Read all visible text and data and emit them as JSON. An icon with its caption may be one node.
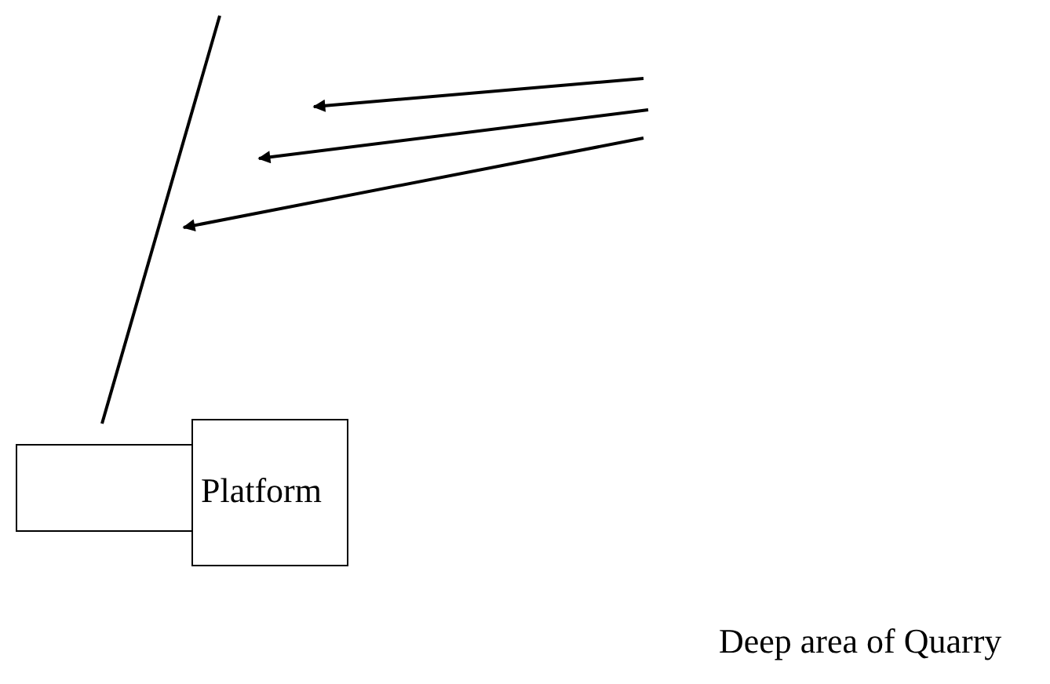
{
  "diagram": {
    "nodes": [
      {
        "text": [],
        "shape": "box"
      },
      {
        "text": [
          "Platform"
        ]
      }
    ],
    "labels": [
      "Deep area of Quarry"
    ]
  }
}
